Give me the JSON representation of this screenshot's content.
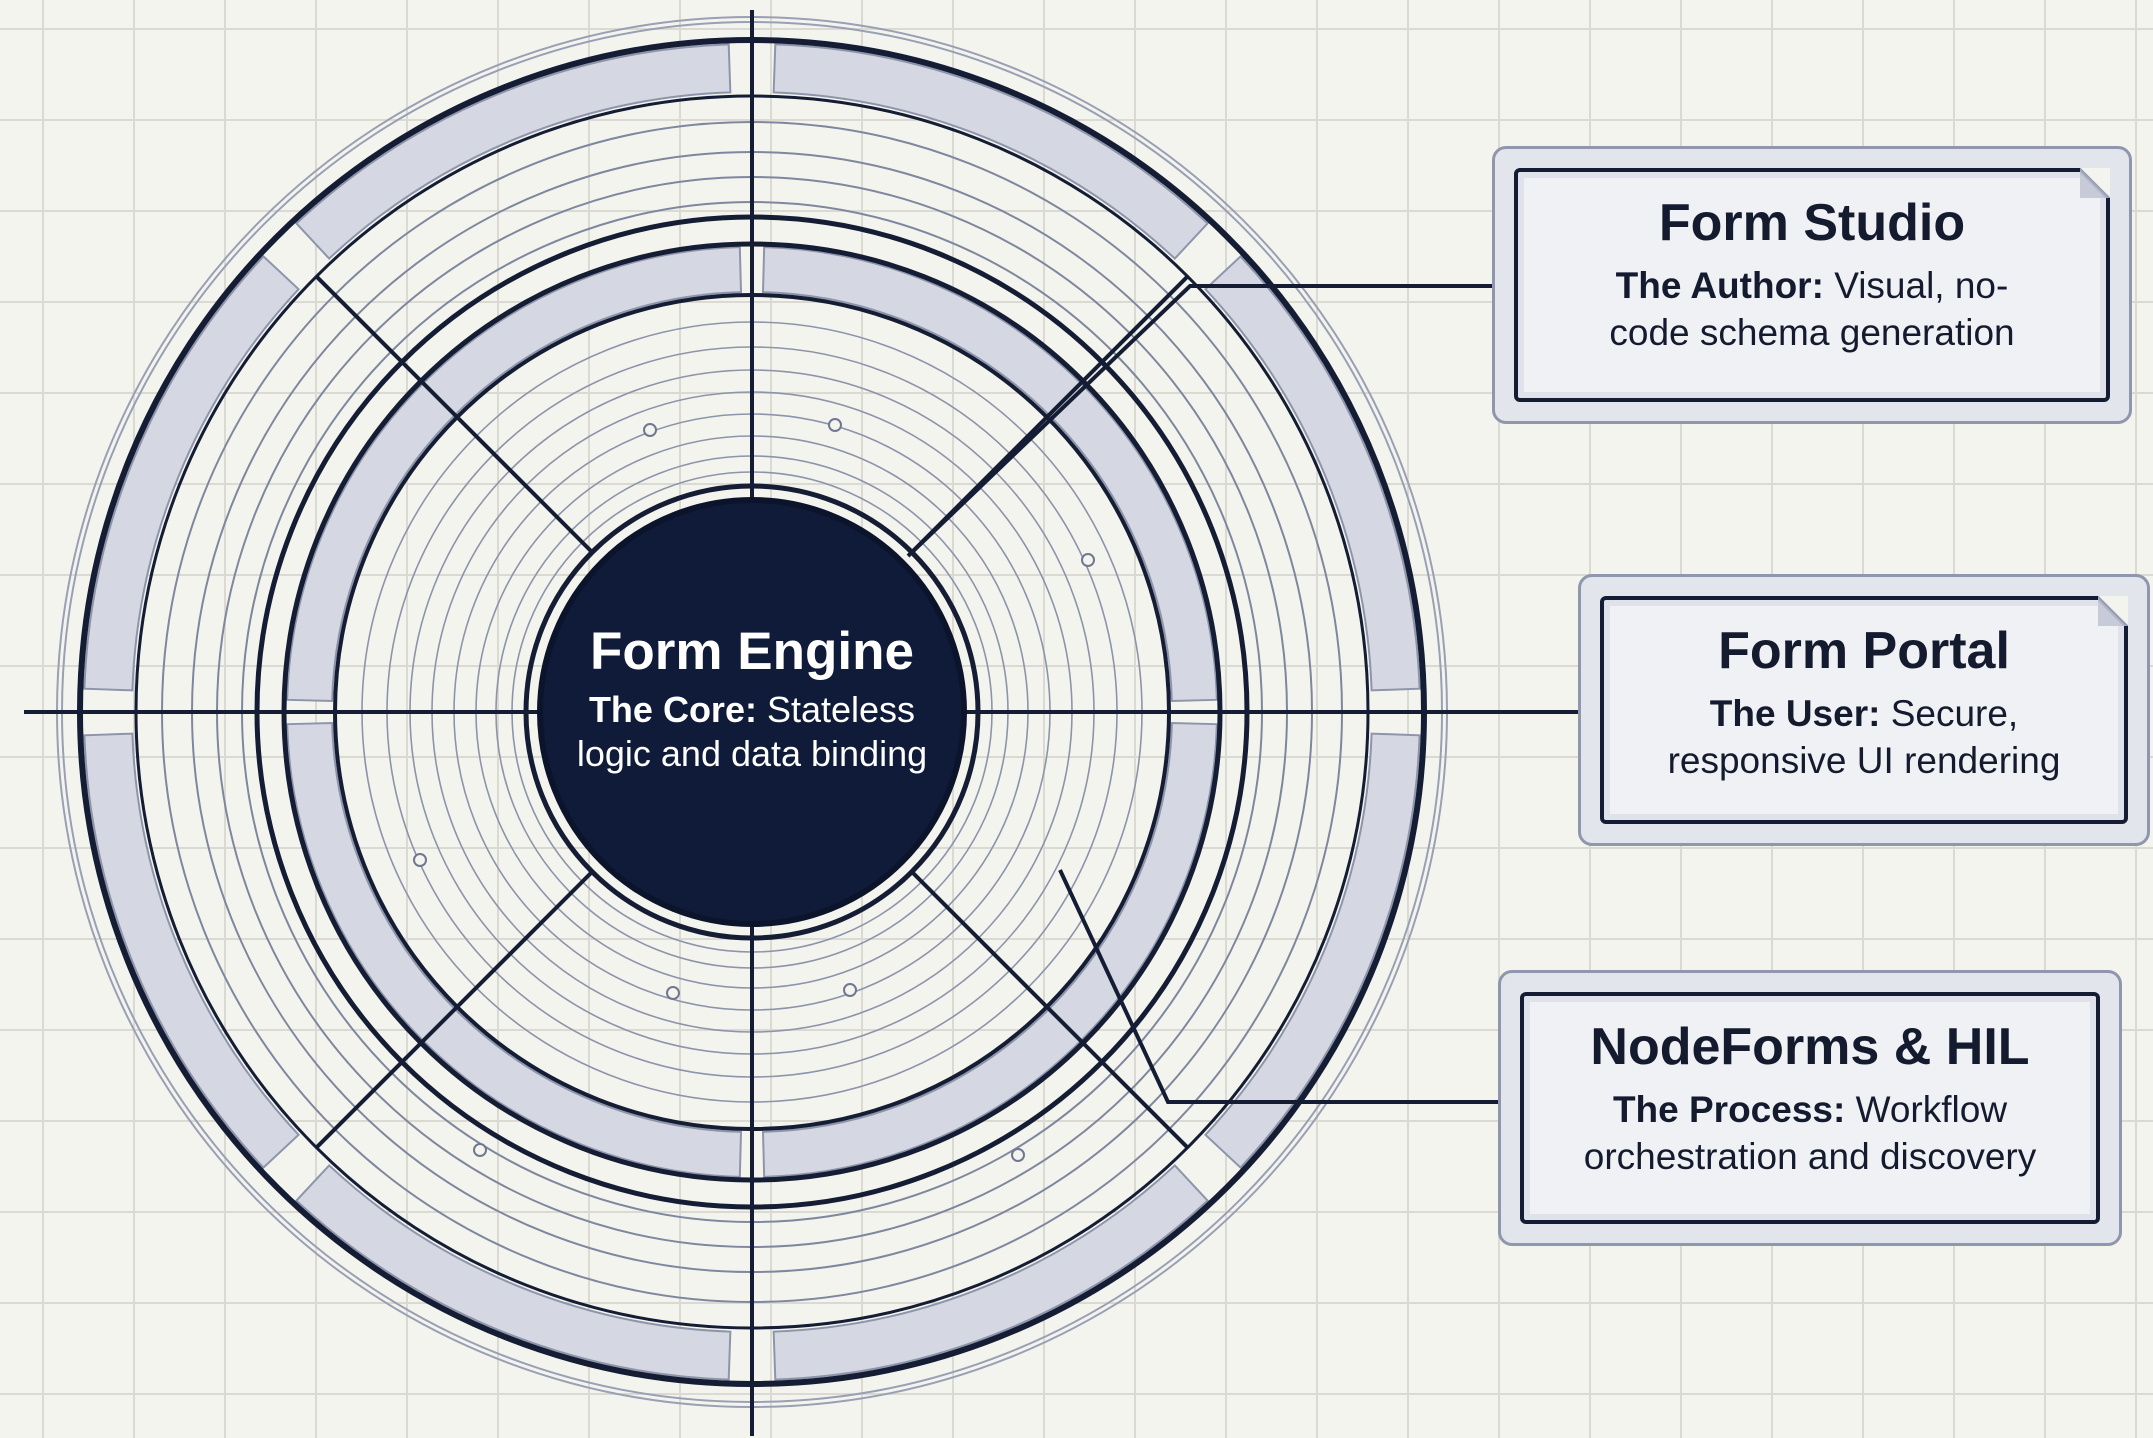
{
  "core": {
    "title": "Form Engine",
    "role": "The Core:",
    "desc_line1": "Stateless",
    "desc_line2": "logic and data binding"
  },
  "cards": [
    {
      "title": "Form Studio",
      "role": "The Author:",
      "desc_line1": "Visual, no-",
      "desc_line2": "code schema generation"
    },
    {
      "title": "Form Portal",
      "role": "The User:",
      "desc_line1": "Secure,",
      "desc_line2": "responsive UI rendering"
    },
    {
      "title": "NodeForms & HIL",
      "role": "The Process:",
      "desc_line1": "Workflow",
      "desc_line2": "orchestration and discovery"
    }
  ],
  "colors": {
    "navy": "#141d34",
    "ring_fill": "#d5d8e2",
    "grid": "#dadad3",
    "background": "#f4f4ef"
  }
}
